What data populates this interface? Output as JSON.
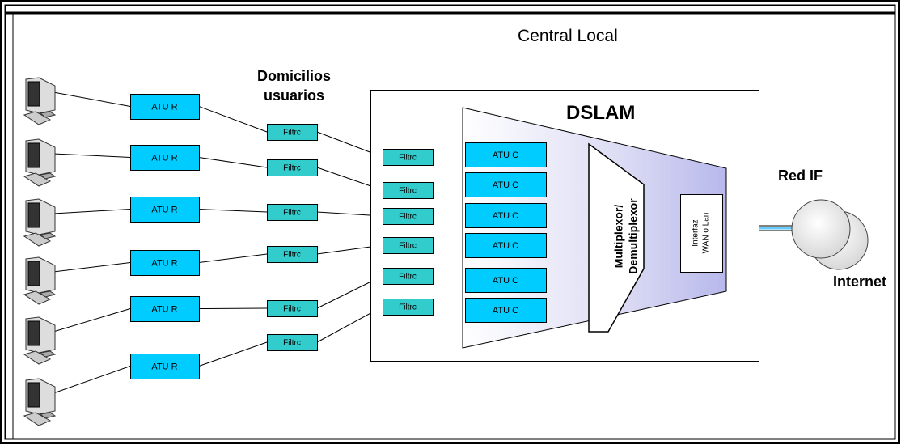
{
  "titles": {
    "central": "Central  Local",
    "domicilios": "Domicilios\nusuarios",
    "dslam": "DSLAM",
    "red_ip": "Red IF",
    "internet": "Internet"
  },
  "labels": {
    "atu_r": "ATU R",
    "atu_c": "ATU C",
    "filtro": "Filtrc",
    "mux": "Multiplexor/\nDemultiplexor",
    "interfaz": "Interfaz\nWAN o Lan"
  },
  "colors": {
    "atu_fill": "#00ccff",
    "filtro_fill": "#33cccc",
    "dslam_fill": "#c8c8f0",
    "frame": "#000000"
  },
  "computer_icon": "desktop-computer-icon",
  "cloud_icon": "internet-cloud-icon",
  "counts": {
    "computers": 6,
    "atu_r": 6,
    "filtros_usuario": 6,
    "filtros_central": 6,
    "atu_c": 6
  }
}
